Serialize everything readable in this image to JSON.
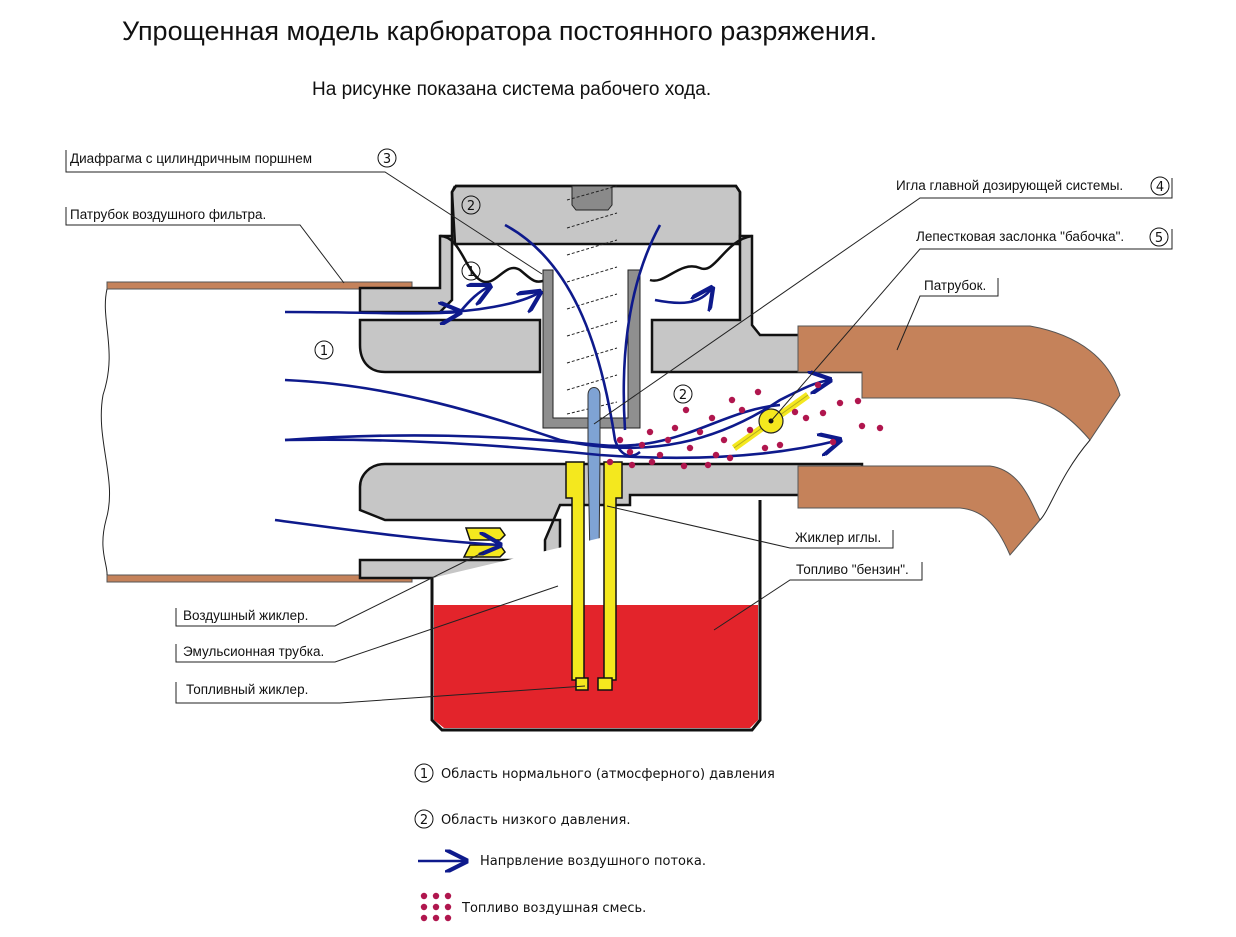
{
  "header": {
    "title": "Упрощенная модель карбюратора постоянного разряжения.",
    "subtitle": "На рисунке показана система рабочего хода."
  },
  "labels": {
    "diaphragm": "Диафрагма с цилиндричным поршнем",
    "diaphragm_num": "3",
    "air_filter_pipe": "Патрубок воздушного фильтра.",
    "needle": "Игла главной дозирующей системы.",
    "needle_num": "4",
    "throttle": "Лепестковая заслонка \"бабочка\".",
    "throttle_num": "5",
    "outlet_pipe": "Патрубок.",
    "needle_jet": "Жиклер иглы.",
    "fuel": "Топливо \"бензин\".",
    "air_jet": "Воздушный жиклер.",
    "emulsion_tube": "Эмульсионная трубка.",
    "fuel_jet": "Топливный жиклер."
  },
  "zones": {
    "normal": "1",
    "low": "2"
  },
  "legend": [
    {
      "symbol": "circle-1",
      "marker": "1",
      "text": "Область нормального (атмосферного) давления"
    },
    {
      "symbol": "circle-2",
      "marker": "2",
      "text": "Область низкого давления."
    },
    {
      "symbol": "arrow",
      "marker": "",
      "text": "Напрвление воздушного потока."
    },
    {
      "symbol": "dots",
      "marker": "",
      "text": "Топливо воздушная смесь."
    }
  ],
  "colors": {
    "flow": "#0e1a8c",
    "fuel": "#e3242b",
    "brass": "#f4e81e",
    "pipe": "#c5825a",
    "body": "#c6c6c6",
    "mixture": "#b0164e",
    "needle": "#7fa3d4"
  }
}
